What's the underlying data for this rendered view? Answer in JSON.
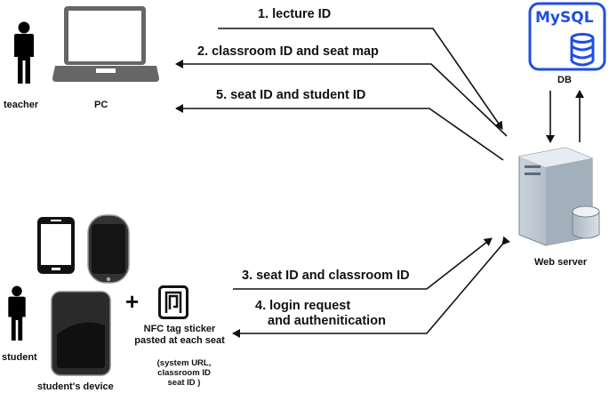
{
  "actors": {
    "teacher_label": "teacher",
    "pc_label": "PC",
    "db_label": "DB",
    "db_logo_text": "MySQL",
    "web_server_label": "Web server",
    "student_label": "student",
    "student_device_label": "student's device",
    "plus_sign": "+"
  },
  "nfc": {
    "line1": "NFC tag sticker",
    "line2": "pasted at each seat",
    "detail1": "(system URL,",
    "detail2": "classroom ID",
    "detail3": "seat ID )"
  },
  "messages": {
    "m1": "1. lecture ID",
    "m2": "2. classroom ID and seat map",
    "m5": "5. seat ID and student ID",
    "m3": "3. seat ID and classroom ID",
    "m4_line1": "4. login request",
    "m4_line2": "and authenitication"
  },
  "colors": {
    "db_blue": "#1f4fe0",
    "arrow": "#111111",
    "device_dark": "#2b2b2b"
  },
  "icons": [
    "person-icon",
    "laptop-icon",
    "database-icon",
    "server-icon",
    "phone-icon",
    "tablet-icon",
    "nfc-tag-icon"
  ]
}
